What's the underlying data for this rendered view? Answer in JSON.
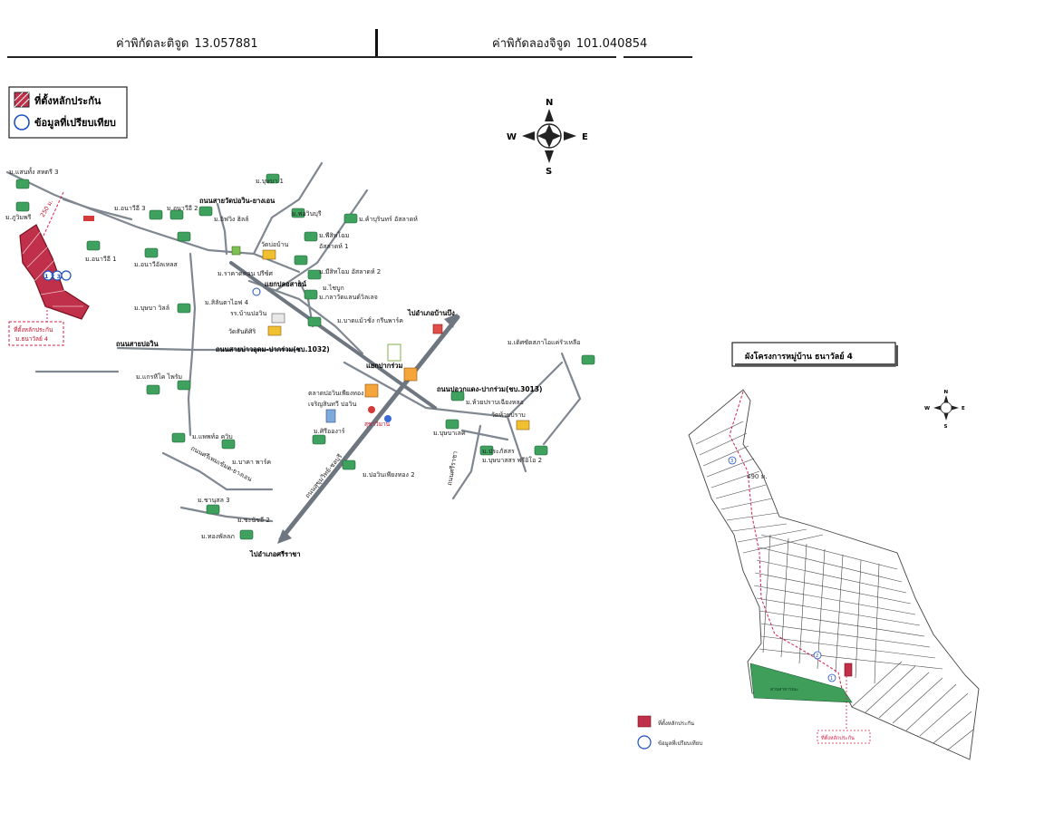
{
  "coordinates": {
    "lat_label": "ค่าพิกัดละติจูด",
    "lat_value": "13.057881",
    "lon_label": "ค่าพิกัดลองจิจูด",
    "lon_value": "101.040854"
  },
  "legend": {
    "collateral": "ที่ตั้งหลักประกัน",
    "comparable": "ข้อมูลที่เปรียบเทียบ"
  },
  "compass": {
    "n": "N",
    "s": "S",
    "e": "E",
    "w": "W"
  },
  "map_labels": {
    "v1": "ม.แสนทั้ง สหตรี 3",
    "v2": "ม.ภูวิมพรี",
    "v3": "ม.อนาวีอี 3",
    "v4": "ม.อนาวีอี 2",
    "v5": "ม.อนาวีอี 1",
    "v6": "ม.อนาวีอัลเหลส",
    "v7": "ม.บุษบา 1",
    "v8": "ม.อิฟวิง ฮิลล์",
    "v9": "ม.พ่อวินบุรี",
    "v10": "ม.ค้าบุรินทร์ อัสลาดห์",
    "v11": "ม.พีสิทโฉม",
    "v12": "อัสลาดห์ 1",
    "v13": "ม.ราคาดคอน ปรีซ์ศ",
    "v14": "ม.มีสิทโฉม อัสลาดห์ 2",
    "v15": "ม.ไชบูก",
    "v16": "ม.บุษบา วิลล์",
    "v17": "ม.สิลันตาไอฟ 4",
    "v18": "ม.กลาวัดแลนด์วิลเลจ",
    "v19": "ม.บาดแม้วชั่ง กรีนพาร์ค",
    "v20": "ม.แกรหีโค ไพรัม",
    "v21": "ม.แพพท์อ ควิบ",
    "v22": "ม.บาคา พาร์ค",
    "v23": "ม.ชานุสล 3",
    "v24": "ม.ชะนัชอี 2",
    "v25": "ม.ทองพัลลภ",
    "v26": "ม.ปอวินเพียงทอง 2",
    "v27": "ม.ศิรีอองาร์",
    "v28": "ม.บุษบาเลค",
    "v29": "ม.ประภัสสร",
    "v30": "ม.บุษบาสสร พรีอิโอ 2",
    "v31": "ม.ห้วยปราบเฉียงหลอ",
    "v32": "ม.เดิศซัดสภาไอแค่รัวเหลีอ",
    "road1": "ถนนสายวัดปอวิน-ยางเอน",
    "road2": "ถนนสายปอวิน",
    "road3": "ถนนสายบ่าวอุดม-ปากร่วม(ชบ.1032)",
    "road4": "ถนนปอวกแดง-ปากร่วม(ชบ.3013)",
    "road5": "ถนนศรีเพมเข้มต-ยางเอน",
    "junction1": "แยกปลอสายน์",
    "junction2": "แยกปากร่วม",
    "to_north": "ไปอำเภอบ้านบึง",
    "to_south": "ไปอำเภอศรีราชา",
    "temple1": "วัดบ่อบ้าน",
    "temple2": "วัดสันติศิริ",
    "temple3": "วัดห้วยปราบ",
    "school1": "รร.บ้านปอวิน",
    "market": "ตลาดปอวินเพียงทอง",
    "shop1": "เจริญสินทวี ปอวิน",
    "hall": "สุขาวิมาน",
    "main_road_label": "ถนนสุขุมวิทย์-ชลบุรี",
    "side_road": "ถนนศรีราชา",
    "collateral_tag": "ที่ตั้งหลักประกัน",
    "collateral_sub": "ม.ธนาวัลย์ 4",
    "distance1": "250 ม.",
    "markers": "1 2 3"
  },
  "project_plan": {
    "title": "ผังโครงการหมู่บ้าน ธนาวัลย์ 4",
    "distance": "490 ม.",
    "green_area": "สวนสาธารณะ",
    "callout": "ที่ตั้งหลักประกัน",
    "legend_collateral": "ที่ตั้งหลักประกัน",
    "legend_comparable": "ข้อมูลที่เปรียบเทียบ",
    "marker_1": "1",
    "marker_2": "2",
    "marker_3": "3"
  },
  "colors": {
    "collateral_fill": "#c0304a",
    "comparable_ring": "#1f4fbf",
    "callout_red": "#d4204a",
    "green_area": "#3f9f5a"
  }
}
